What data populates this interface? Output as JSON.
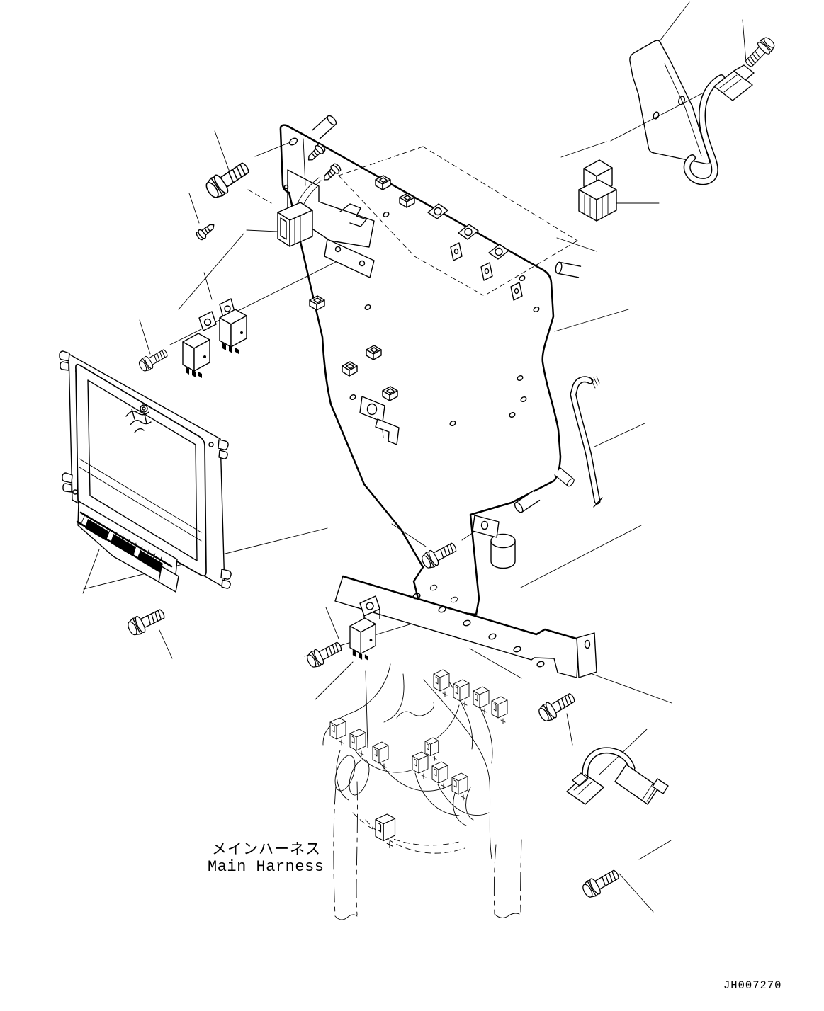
{
  "diagram": {
    "labels": {
      "main_harness_ja": "メインハーネス",
      "main_harness_en": "Main Harness",
      "drawing_number": "JH007270"
    },
    "colors": {
      "ink": "#000000",
      "background": "#ffffff"
    }
  }
}
